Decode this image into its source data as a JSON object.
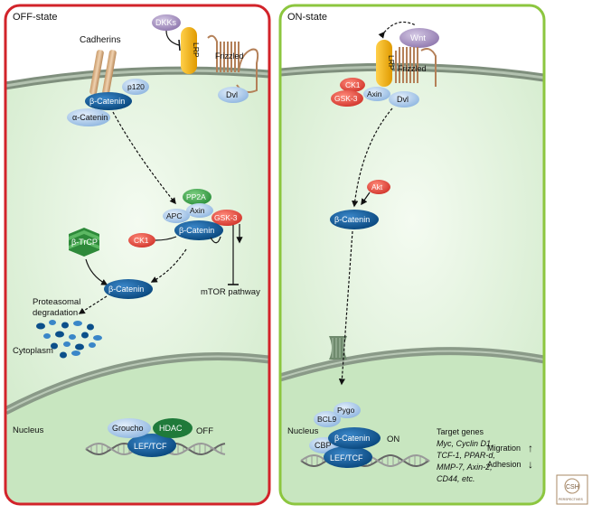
{
  "panels": {
    "off": {
      "title": "OFF-state",
      "cadherins": "Cadherins",
      "dkks": "DKKs",
      "lrp": "LRP",
      "frizzled": "Frizzled",
      "dvl": "Dvl",
      "p120": "p120",
      "beta_catenin": "β-Catenin",
      "alpha_catenin": "α-Catenin",
      "pp2a": "PP2A",
      "apc": "APC",
      "axin": "Axin",
      "gsk3": "GSK-3",
      "ck1": "CK1",
      "btrcp": "β-TrCP",
      "mtor": "mTOR pathway",
      "proteasomal_line1": "Proteasomal",
      "proteasomal_line2": "degradation",
      "cytoplasm": "Cytoplasm",
      "nucleus": "Nucleus",
      "groucho": "Groucho",
      "hdac": "HDAC",
      "leftcf": "LEF/TCF",
      "off_label": "OFF"
    },
    "on": {
      "title": "ON-state",
      "wnt": "Wnt",
      "lrp": "LRP",
      "frizzled": "Frizzled",
      "ck1": "CK1",
      "gsk3": "GSK-3",
      "axin": "Axin",
      "dvl": "Dvl",
      "akt": "Akt",
      "beta_catenin": "β-Catenin",
      "pygo": "Pygo",
      "bcl9": "BCL9",
      "cbp": "CBP",
      "leftcf": "LEF/TCF",
      "on_label": "ON",
      "target_genes_title": "Target genes",
      "target_line1": "Myc, Cyclin D1,",
      "target_line2": "TCF-1, PPAR-d,",
      "target_line3": "MMP-7, Axin-2,",
      "target_line4": "CD44, etc.",
      "migration": "Migration",
      "adhesion": "Adhesion",
      "up_arrow": "↑",
      "down_arrow": "↓"
    }
  },
  "logo": {
    "line1": "CSH",
    "line2": "PERSPECTIVES"
  },
  "colors": {
    "off_border": "#d2232a",
    "on_border": "#8cc63f",
    "cytoplasm": "#d8efd3",
    "membrane": "#8a9a88",
    "beta_catenin": "#0b4f8a",
    "red_protein": "#e0443a",
    "light_blue": "#a9c8ea",
    "green_protein": "#3ea84a",
    "purple": "#a08cbc",
    "lrp": "#f2b21b",
    "frizzled": "#c89a6e"
  }
}
